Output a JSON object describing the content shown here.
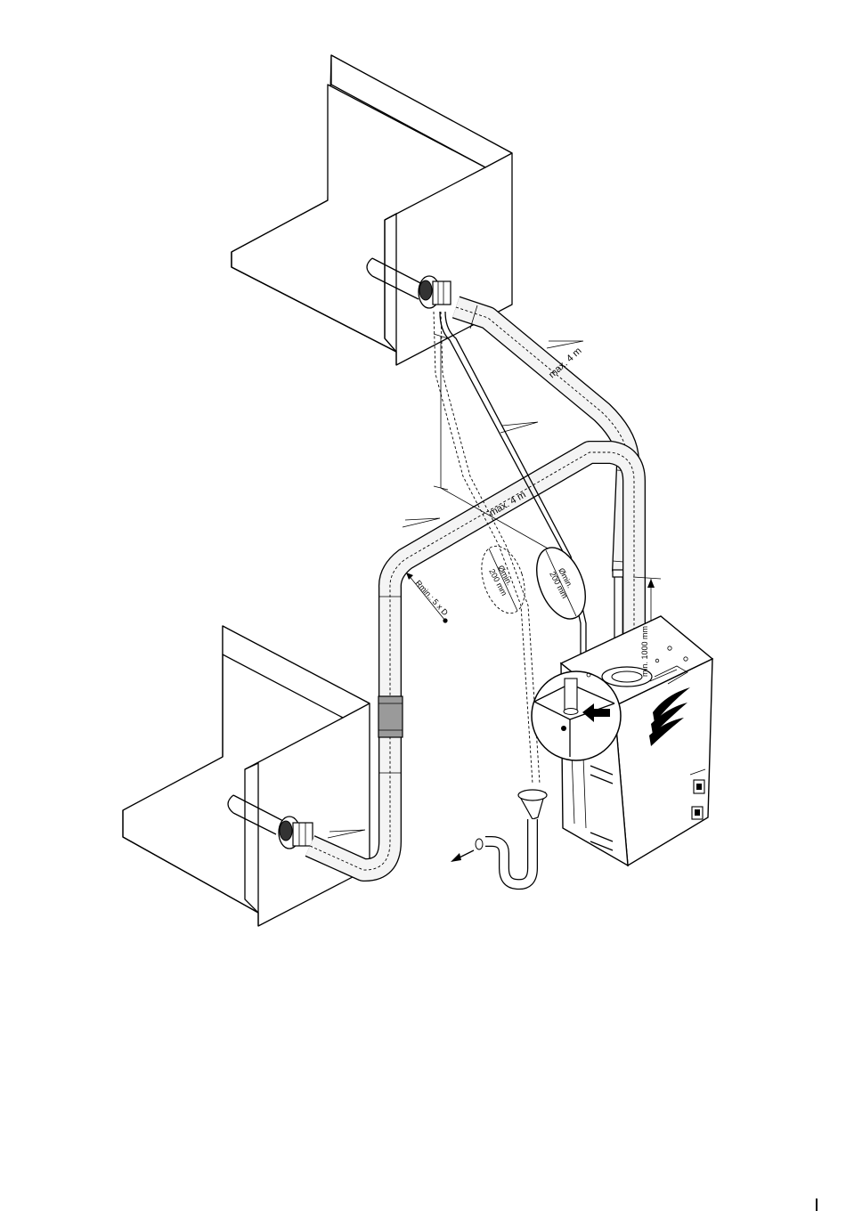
{
  "labels": {
    "upper_pipe_length": "max. 4 m",
    "lower_pipe_length": "max. 4 m",
    "bend_radius": "Rmin.: 5 x D",
    "loop_dashed_line1": "Ømin.",
    "loop_dashed_line2": "200 mm",
    "loop_solid_line1": "Ømin.",
    "loop_solid_line2": "200 mm",
    "vertical_min": "min. 1000 mm"
  },
  "colors": {
    "line": "#000000",
    "background": "#ffffff",
    "pipe_fill": "#f2f2f2",
    "sleeve_fill": "#9a9a9a"
  },
  "icons": {
    "unit_logo": "wave-logo-icon",
    "inset_arrow": "arrow-left-icon",
    "drain_arrow": "arrow-down-left-icon"
  }
}
